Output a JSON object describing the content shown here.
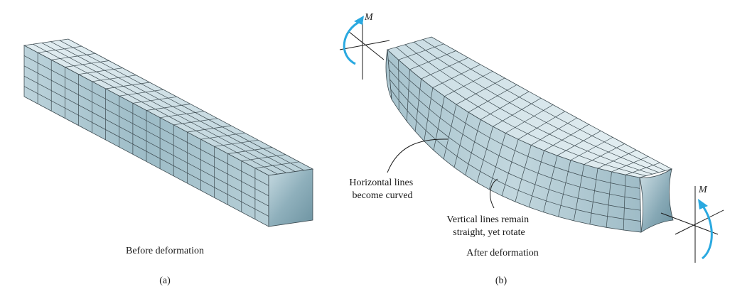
{
  "figure_a": {
    "caption": "Before deformation",
    "label": "(a)"
  },
  "figure_b": {
    "caption": "After deformation",
    "label": "(b)",
    "note_horizontal": [
      "Horizontal lines",
      "become curved"
    ],
    "note_vertical": [
      "Vertical lines remain",
      "straight, yet rotate"
    ],
    "moment_left": "M",
    "moment_right": "M"
  },
  "colors": {
    "face_light": "#cfe0e6",
    "face_mid": "#a9c5cf",
    "face_dark": "#7fa3b0",
    "grid_line": "#3c4a50",
    "moment_arrow": "#2aa9e0"
  }
}
